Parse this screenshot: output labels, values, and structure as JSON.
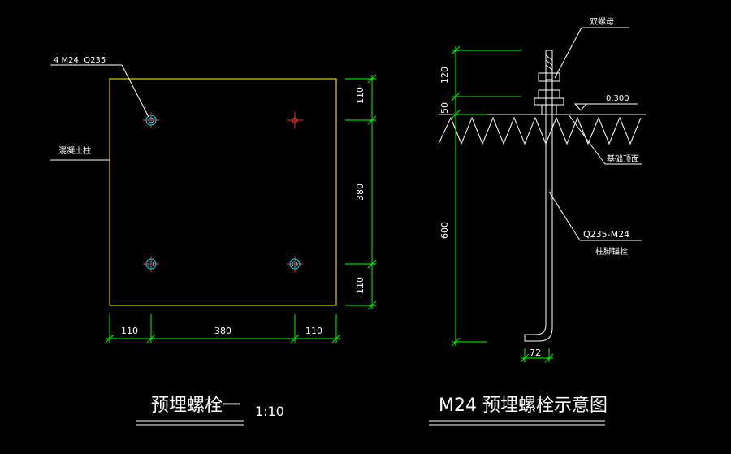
{
  "colors": {
    "background": "#000000",
    "dimension": "#00ff00",
    "plate": "#ffff00",
    "bolt_cross": "#ff2a2a",
    "bolt_ring": "#00e5ff",
    "text": "#ffffff"
  },
  "plan": {
    "bolt_callout": "4 M24, Q235",
    "column_label": "混凝土柱",
    "dims_right": [
      "110",
      "380",
      "110"
    ],
    "dims_bottom": [
      "110",
      "380",
      "110"
    ],
    "title": "预埋螺栓一",
    "scale": "1:10"
  },
  "section": {
    "nut_label": "双螺母",
    "elevation": "0.300",
    "foundation_label": "基础顶面",
    "bolt_spec": "Q235-M24",
    "bolt_name": "柱脚锚栓",
    "dims_left": [
      "120",
      "50",
      "600"
    ],
    "hook_dim": "72",
    "title": "M24 预埋螺栓示意图"
  }
}
